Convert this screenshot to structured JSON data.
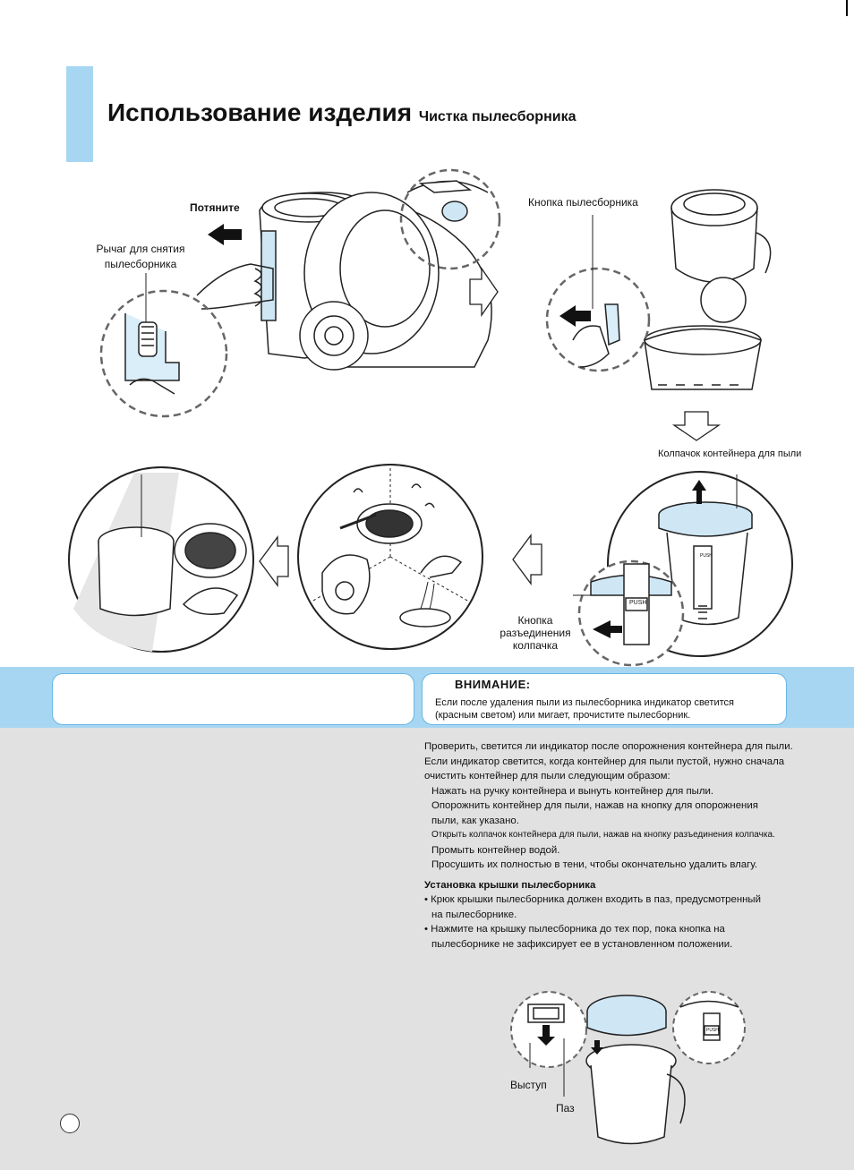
{
  "header": {
    "title": "Использование изделия",
    "subtitle": "Чистка пылесборника"
  },
  "labels": {
    "pull": "Потяните",
    "lever_line1": "Рычаг для снятия",
    "lever_line2": "пылесборника",
    "dust_button": "Кнопка пылесборника",
    "cap": "Колпачок контейнера для пыли",
    "release_line1": "Кнопка",
    "release_line2": "разъединения",
    "release_line3": "колпачка",
    "push": "PUSH",
    "protrusion": "Выступ",
    "groove": "Паз"
  },
  "caution": {
    "title": "ВНИМАНИЕ:",
    "line1": "Если после удаления пыли из пылесборника индикатор светится",
    "line2": "(красным светом) или мигает, прочистите пылесборник."
  },
  "instructions": {
    "intro1": "Проверить, светится ли индикатор после опорожнения контейнера для пыли.",
    "intro2": "Если индикатор светится, когда контейнер для пыли пустой, нужно сначала",
    "intro3": "очистить контейнер для пыли следующим образом:",
    "step1": "Нажать на ручку контейнера и вынуть контейнер для пыли.",
    "step2a": "Опорожнить контейнер для пыли, нажав на кнопку для опорожнения",
    "step2b": "пыли, как указано.",
    "step3": "Открыть колпачок контейнера  для пыли, нажав на кнопку разъединения колпачка.",
    "step4": "Промыть контейнер водой.",
    "step5": "Просушить их полностью в тени, чтобы окончательно удалить влагу.",
    "install_heading": "Установка крышки пылесборника",
    "bullet1a": "• Крюк крышки пылесборника должен входить в паз, предусмотренный",
    "bullet1b": "на пылесборнике.",
    "bullet2a": "• Нажмите на крышку пылесборника до тех пор, пока кнопка на",
    "bullet2b": "пылесборнике не зафиксирует ее в установленном положении."
  },
  "colors": {
    "accent": "#a6d6f2",
    "gray_band": "#e1e1e1",
    "box_border": "#6ab7e2"
  }
}
